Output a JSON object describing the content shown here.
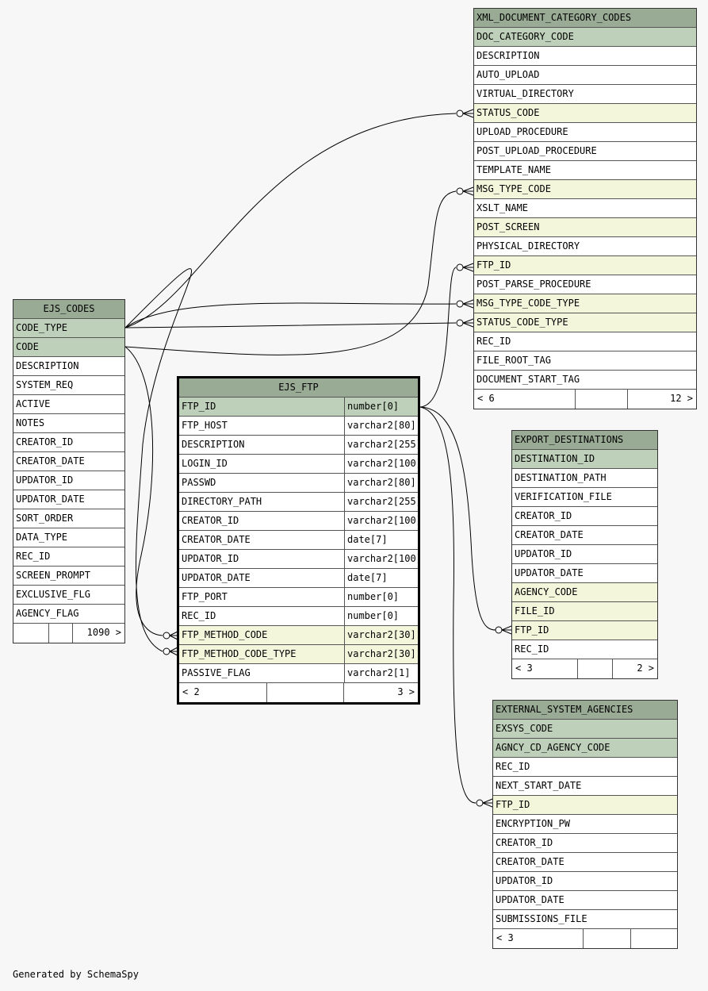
{
  "tables": [
    {
      "key": "ejs_codes",
      "name": "EJS_CODES",
      "columns": [
        {
          "name": "CODE_TYPE",
          "kind": "pk"
        },
        {
          "name": "CODE",
          "kind": "pk"
        },
        {
          "name": "DESCRIPTION",
          "kind": ""
        },
        {
          "name": "SYSTEM_REQ",
          "kind": ""
        },
        {
          "name": "ACTIVE",
          "kind": ""
        },
        {
          "name": "NOTES",
          "kind": ""
        },
        {
          "name": "CREATOR_ID",
          "kind": ""
        },
        {
          "name": "CREATOR_DATE",
          "kind": ""
        },
        {
          "name": "UPDATOR_ID",
          "kind": ""
        },
        {
          "name": "UPDATOR_DATE",
          "kind": ""
        },
        {
          "name": "SORT_ORDER",
          "kind": ""
        },
        {
          "name": "DATA_TYPE",
          "kind": ""
        },
        {
          "name": "REC_ID",
          "kind": ""
        },
        {
          "name": "SCREEN_PROMPT",
          "kind": ""
        },
        {
          "name": "EXCLUSIVE_FLG",
          "kind": ""
        },
        {
          "name": "AGENCY_FLAG",
          "kind": ""
        }
      ],
      "footer_left": "",
      "footer_right": "1090 >"
    },
    {
      "key": "ejs_ftp",
      "name": "EJS_FTP",
      "columns": [
        {
          "name": "FTP_ID",
          "type": "number[0]",
          "kind": "pk"
        },
        {
          "name": "FTP_HOST",
          "type": "varchar2[80]",
          "kind": ""
        },
        {
          "name": "DESCRIPTION",
          "type": "varchar2[255]",
          "kind": ""
        },
        {
          "name": "LOGIN_ID",
          "type": "varchar2[100]",
          "kind": ""
        },
        {
          "name": "PASSWD",
          "type": "varchar2[80]",
          "kind": ""
        },
        {
          "name": "DIRECTORY_PATH",
          "type": "varchar2[255]",
          "kind": ""
        },
        {
          "name": "CREATOR_ID",
          "type": "varchar2[100]",
          "kind": ""
        },
        {
          "name": "CREATOR_DATE",
          "type": "date[7]",
          "kind": ""
        },
        {
          "name": "UPDATOR_ID",
          "type": "varchar2[100]",
          "kind": ""
        },
        {
          "name": "UPDATOR_DATE",
          "type": "date[7]",
          "kind": ""
        },
        {
          "name": "FTP_PORT",
          "type": "number[0]",
          "kind": ""
        },
        {
          "name": "REC_ID",
          "type": "number[0]",
          "kind": ""
        },
        {
          "name": "FTP_METHOD_CODE",
          "type": "varchar2[30]",
          "kind": "fk"
        },
        {
          "name": "FTP_METHOD_CODE_TYPE",
          "type": "varchar2[30]",
          "kind": "fk"
        },
        {
          "name": "PASSIVE_FLAG",
          "type": "varchar2[1]",
          "kind": ""
        }
      ],
      "footer_left": "< 2",
      "footer_right": "3 >"
    },
    {
      "key": "xml_doc",
      "name": "XML_DOCUMENT_CATEGORY_CODES",
      "columns": [
        {
          "name": "DOC_CATEGORY_CODE",
          "kind": "pk"
        },
        {
          "name": "DESCRIPTION",
          "kind": ""
        },
        {
          "name": "AUTO_UPLOAD",
          "kind": ""
        },
        {
          "name": "VIRTUAL_DIRECTORY",
          "kind": ""
        },
        {
          "name": "STATUS_CODE",
          "kind": "fk"
        },
        {
          "name": "UPLOAD_PROCEDURE",
          "kind": ""
        },
        {
          "name": "POST_UPLOAD_PROCEDURE",
          "kind": ""
        },
        {
          "name": "TEMPLATE_NAME",
          "kind": ""
        },
        {
          "name": "MSG_TYPE_CODE",
          "kind": "fk"
        },
        {
          "name": "XSLT_NAME",
          "kind": ""
        },
        {
          "name": "POST_SCREEN",
          "kind": "fk"
        },
        {
          "name": "PHYSICAL_DIRECTORY",
          "kind": ""
        },
        {
          "name": "FTP_ID",
          "kind": "fk"
        },
        {
          "name": "POST_PARSE_PROCEDURE",
          "kind": ""
        },
        {
          "name": "MSG_TYPE_CODE_TYPE",
          "kind": "fk"
        },
        {
          "name": "STATUS_CODE_TYPE",
          "kind": "fk"
        },
        {
          "name": "REC_ID",
          "kind": ""
        },
        {
          "name": "FILE_ROOT_TAG",
          "kind": ""
        },
        {
          "name": "DOCUMENT_START_TAG",
          "kind": ""
        }
      ],
      "footer_left": "< 6",
      "footer_right": "12 >"
    },
    {
      "key": "export_dest",
      "name": "EXPORT_DESTINATIONS",
      "columns": [
        {
          "name": "DESTINATION_ID",
          "kind": "pk"
        },
        {
          "name": "DESTINATION_PATH",
          "kind": ""
        },
        {
          "name": "VERIFICATION_FILE",
          "kind": ""
        },
        {
          "name": "CREATOR_ID",
          "kind": ""
        },
        {
          "name": "CREATOR_DATE",
          "kind": ""
        },
        {
          "name": "UPDATOR_ID",
          "kind": ""
        },
        {
          "name": "UPDATOR_DATE",
          "kind": ""
        },
        {
          "name": "AGENCY_CODE",
          "kind": "fk"
        },
        {
          "name": "FILE_ID",
          "kind": "fk"
        },
        {
          "name": "FTP_ID",
          "kind": "fk"
        },
        {
          "name": "REC_ID",
          "kind": ""
        }
      ],
      "footer_left": "< 3",
      "footer_right": "2 >"
    },
    {
      "key": "ext_sys",
      "name": "EXTERNAL_SYSTEM_AGENCIES",
      "columns": [
        {
          "name": "EXSYS_CODE",
          "kind": "pk"
        },
        {
          "name": "AGNCY_CD_AGENCY_CODE",
          "kind": "pk"
        },
        {
          "name": "REC_ID",
          "kind": ""
        },
        {
          "name": "NEXT_START_DATE",
          "kind": ""
        },
        {
          "name": "FTP_ID",
          "kind": "fk"
        },
        {
          "name": "ENCRYPTION_PW",
          "kind": ""
        },
        {
          "name": "CREATOR_ID",
          "kind": ""
        },
        {
          "name": "CREATOR_DATE",
          "kind": ""
        },
        {
          "name": "UPDATOR_ID",
          "kind": ""
        },
        {
          "name": "UPDATOR_DATE",
          "kind": ""
        },
        {
          "name": "SUBMISSIONS_FILE",
          "kind": ""
        }
      ],
      "footer_left": "< 3",
      "footer_right": ""
    }
  ],
  "credit": "Generated by SchemaSpy"
}
